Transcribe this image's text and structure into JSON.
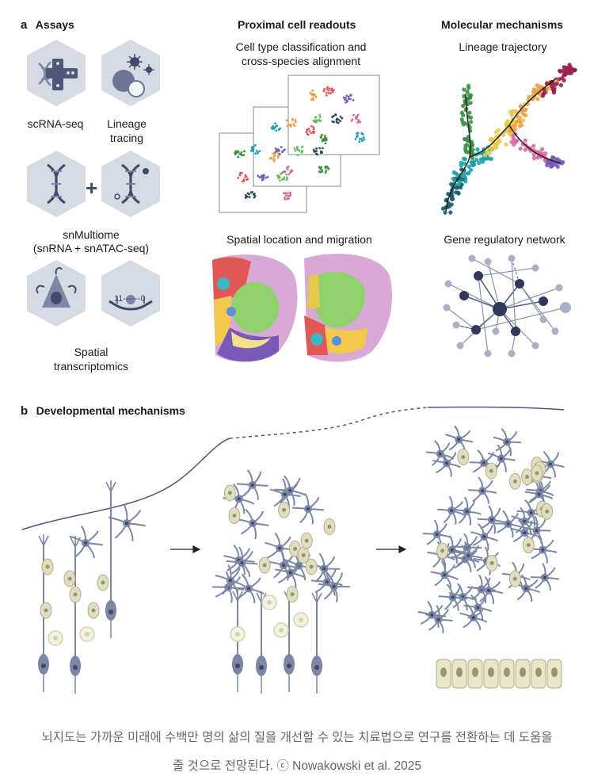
{
  "panel_a": {
    "letter": "a",
    "title": "Assays",
    "labels": {
      "scrna": "scRNA-seq",
      "lineage": "Lineage\ntracing",
      "snmultiome": "snMultiome",
      "snmultiome_sub": "(snRNA + snATAC-seq)",
      "spatial": "Spatial\ntranscriptomics",
      "plus": "+",
      "barcode": "11------0"
    },
    "readouts_title": "Proximal cell readouts",
    "celltype_label": "Cell type classification and\ncross-species alignment",
    "spatial_label": "Spatial location and migration",
    "molecular_title": "Molecular mechanisms",
    "lineage_traj_label": "Lineage trajectory",
    "grn_label": "Gene regulatory network"
  },
  "panel_b": {
    "letter": "b",
    "title": "Developmental mechanisms"
  },
  "caption": {
    "line1": "뇌지도는 가까운 미래에 수백만 명의 삶의 질을 개선할 수 있는 치료법으로 연구를 전환하는 데 도움을",
    "line2": "줄 것으로 전망된다. ⓒ Nowakowski et al. 2025"
  },
  "colors": {
    "hexagon": "#d6dae3",
    "neuron": "#7c87a6",
    "neuron_dark": "#3f4a6b",
    "glia": "#c9c6a4",
    "teal": "#1aa3a8",
    "green": "#3a8f45",
    "orange": "#f0a046",
    "yellow": "#e6c84a",
    "pink": "#d66aa0",
    "purple": "#7a5ab8",
    "maroon": "#9a1f50"
  }
}
